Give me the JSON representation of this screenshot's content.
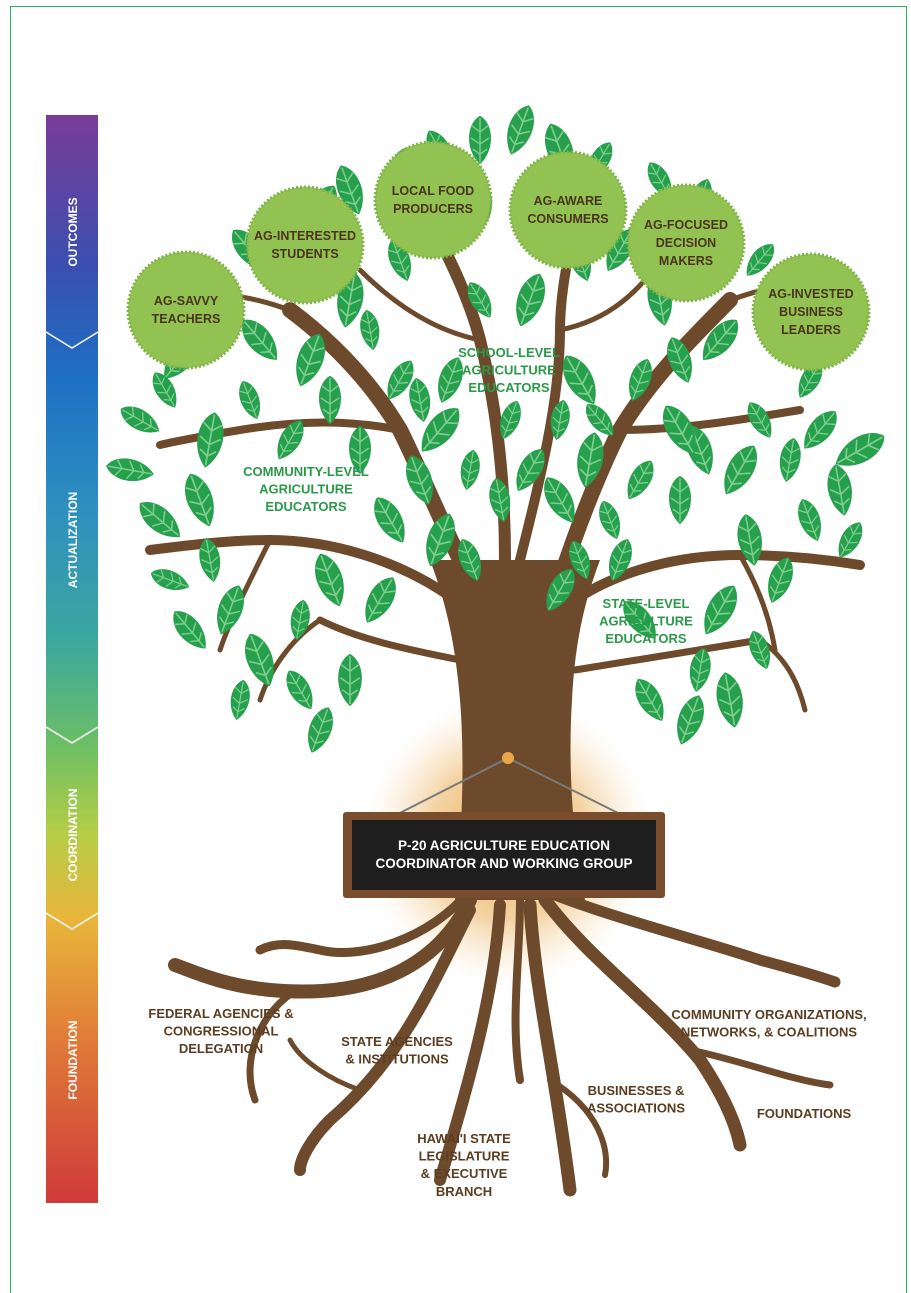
{
  "stages": [
    "OUTCOMES",
    "ACTUALIZATION",
    "COORDINATION",
    "FOUNDATION"
  ],
  "outcomes": [
    "AG-SAVVY\nTEACHERS",
    "AG-INTERESTED\nSTUDENTS",
    "LOCAL FOOD\nPRODUCERS",
    "AG-AWARE\nCONSUMERS",
    "AG-FOCUSED\nDECISION\nMAKERS",
    "AG-INVESTED\nBUSINESS\nLEADERS"
  ],
  "educators": {
    "school": "SCHOOL-LEVEL\nAGRICULTURE\nEDUCATORS",
    "community": "COMMUNITY-LEVEL\nAGRICULTURE\nEDUCATORS",
    "state": "STATE-LEVEL\nAGRICULTURE\nEDUCATORS"
  },
  "sign": "P-20 AGRICULTURE EDUCATION\nCOORDINATOR AND WORKING GROUP",
  "roots": {
    "federal": "FEDERAL AGENCIES &\nCONGRESSIONAL\nDELEGATION",
    "state_agencies": "STATE AGENCIES\n& INSTITUTIONS",
    "legislature": "HAWAI'I STATE\nLEGISLATURE\n& EXECUTIVE\nBRANCH",
    "businesses": "BUSINESSES &\nASSOCIATIONS",
    "community_orgs": "COMMUNITY ORGANIZATIONS,\nNETWORKS, & COALITIONS",
    "foundations": "FOUNDATIONS"
  },
  "colors": {
    "trunk": "#6e4a2c",
    "leaf": "#27a04e",
    "leaf_dark": "#1e8a44",
    "circle": "#92c352",
    "text_dark": "#5b3d21",
    "text_green": "#2a9a4a",
    "frame": "#2fb05a"
  }
}
